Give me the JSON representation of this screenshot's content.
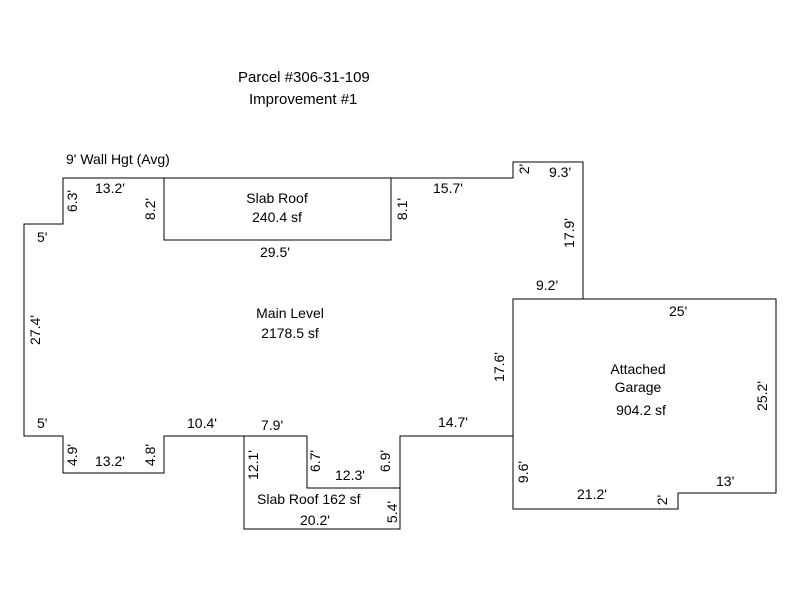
{
  "title": {
    "parcel": "Parcel #306-31-109",
    "improvement": "Improvement #1"
  },
  "wall_height": "9' Wall Hgt (Avg)",
  "areas": {
    "slab_roof_top": {
      "name": "Slab Roof",
      "area": "240.4 sf"
    },
    "main_level": {
      "name": "Main Level",
      "area": "2178.5 sf"
    },
    "garage": {
      "name_line1": "Attached",
      "name_line2": "Garage",
      "area": "904.2 sf"
    },
    "slab_roof_bottom": {
      "label": "Slab Roof 162 sf"
    }
  },
  "dimensions": {
    "d_6_3": "6.3'",
    "d_13_2_top": "13.2'",
    "d_8_2": "8.2'",
    "d_8_1": "8.1'",
    "d_15_7": "15.7'",
    "d_2_top": "2'",
    "d_9_3": "9.3'",
    "d_17_9": "17.9'",
    "d_29_5": "29.5'",
    "d_5_top": "5'",
    "d_27_4": "27.4'",
    "d_9_2": "9.2'",
    "d_25": "25'",
    "d_17_6": "17.6'",
    "d_25_2": "25.2'",
    "d_5_bottom": "5'",
    "d_10_4": "10.4'",
    "d_7_9": "7.9'",
    "d_14_7": "14.7'",
    "d_4_9": "4.9'",
    "d_13_2_bottom": "13.2'",
    "d_4_8": "4.8'",
    "d_12_1": "12.1'",
    "d_6_7": "6.7'",
    "d_12_3": "12.3'",
    "d_6_9": "6.9'",
    "d_9_6": "9.6'",
    "d_21_2": "21.2'",
    "d_2_bottom": "2'",
    "d_13": "13'",
    "d_20_2": "20.2'",
    "d_5_4": "5.4'"
  }
}
